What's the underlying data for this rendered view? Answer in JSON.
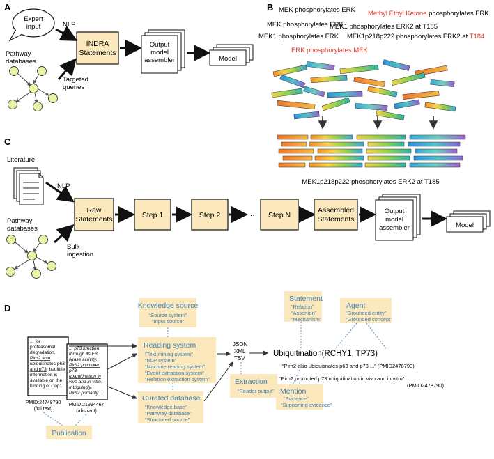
{
  "panels": {
    "a": "A",
    "b": "B",
    "c": "C",
    "d": "D"
  },
  "panel_a": {
    "expert_input": [
      "Expert",
      "input"
    ],
    "nlp": "NLP",
    "pathway_databases": [
      "Pathway",
      "databases"
    ],
    "indra_statements": [
      "INDRA",
      "Statements"
    ],
    "targeted_queries": [
      "Targeted",
      "queries"
    ],
    "assembler": [
      "Output",
      "model",
      "assembler"
    ],
    "model": "Model"
  },
  "panel_b": {
    "sentences": [
      "MEK phosphorylates ERK",
      "MEK phosphorylates ERK",
      "MEK1 phosphorylates ERK2 at T185",
      "MEK1 phosphorylates ERK",
      "MEK1p218p222 phosphorylates ERK2 at ",
      "T184",
      "Methyl Ethyl Ketone",
      " phosphorylates ERK",
      "ERK phosphorylates MEK"
    ],
    "result": "MEK1p218p222 phosphorylates ERK2 at T185"
  },
  "panel_c": {
    "literature": "Literature",
    "nlp": "NLP",
    "pathway_databases": [
      "Pathway",
      "databases"
    ],
    "bulk_ingestion": [
      "Bulk",
      "ingestion"
    ],
    "raw_statements": [
      "Raw",
      "Statements"
    ],
    "step1": "Step 1",
    "step2": "Step 2",
    "ellipsis": "···",
    "stepN": "Step N",
    "assembled": [
      "Assembled",
      "Statements"
    ],
    "assembler": [
      "Output",
      "model",
      "assembler"
    ],
    "model": "Model"
  },
  "panel_d": {
    "pub1_text": [
      "... for",
      "proteasomal",
      "degradation.",
      "Pirh2 also",
      "ubiquitinates p63",
      "and p73",
      "; but little",
      "information is",
      "available on the",
      "binding of Cop1"
    ],
    "pub1_id": [
      "PMID:24748790",
      "(full text)"
    ],
    "pub2_text": [
      "... p73 function",
      "through its E3",
      "ligase activity.",
      "Pirh2 promoted",
      "p73",
      "ubiquitination in",
      "vivo and in vitro.",
      "Intriguingly,",
      "Pirh2 primarily ..."
    ],
    "pub2_id": [
      "PMID:21994467",
      "(abstract)"
    ],
    "publication": "Publication",
    "knowledge_source": {
      "title": "Knowledge source",
      "items": [
        "“Source system”",
        "“Input source”"
      ]
    },
    "reading_system": {
      "title": "Reading system",
      "items": [
        "“Text mining system”",
        "“NLP system”",
        "“Machine reading system”",
        "“Event extraction system”",
        "“Relation extraction system”"
      ]
    },
    "curated_database": {
      "title": "Curated database",
      "items": [
        "“Knowledge base”",
        "“Pathway database”",
        "“Structured source”"
      ]
    },
    "formats": [
      "JSON",
      "XML",
      "TSV"
    ],
    "extraction": {
      "title": "Extraction",
      "items": [
        "“Reader output”"
      ]
    },
    "statement": {
      "title": "Statement",
      "items": [
        "“Relation”",
        "“Assertion”",
        "“Mechanism”"
      ]
    },
    "agent": {
      "title": "Agent",
      "items": [
        "“Grounded entity”",
        "“Grounded concept”"
      ]
    },
    "ubiquitination": "Ubiquitination(RCHY1, TP73)",
    "evidence1": "“Pirh2 also ubiquitinates p63 and p73 ...” (PMID2478790)",
    "evidence2": "“Pirh2 promoted p73 ubiquitination in vivo and in vitro”",
    "evidence2_id": "(PMID2478790)",
    "mention": {
      "title": "Mention",
      "items": [
        "“Evidence”",
        "“Supporting evidence”"
      ]
    }
  },
  "colors": {
    "box_fill": "#fbe9bd",
    "box_stroke": "#222222",
    "label_blue": "#3f7fb8",
    "label_red": "#e0392b",
    "node_fill": "#e8f5a6",
    "dotted": "#5a8fc4"
  }
}
